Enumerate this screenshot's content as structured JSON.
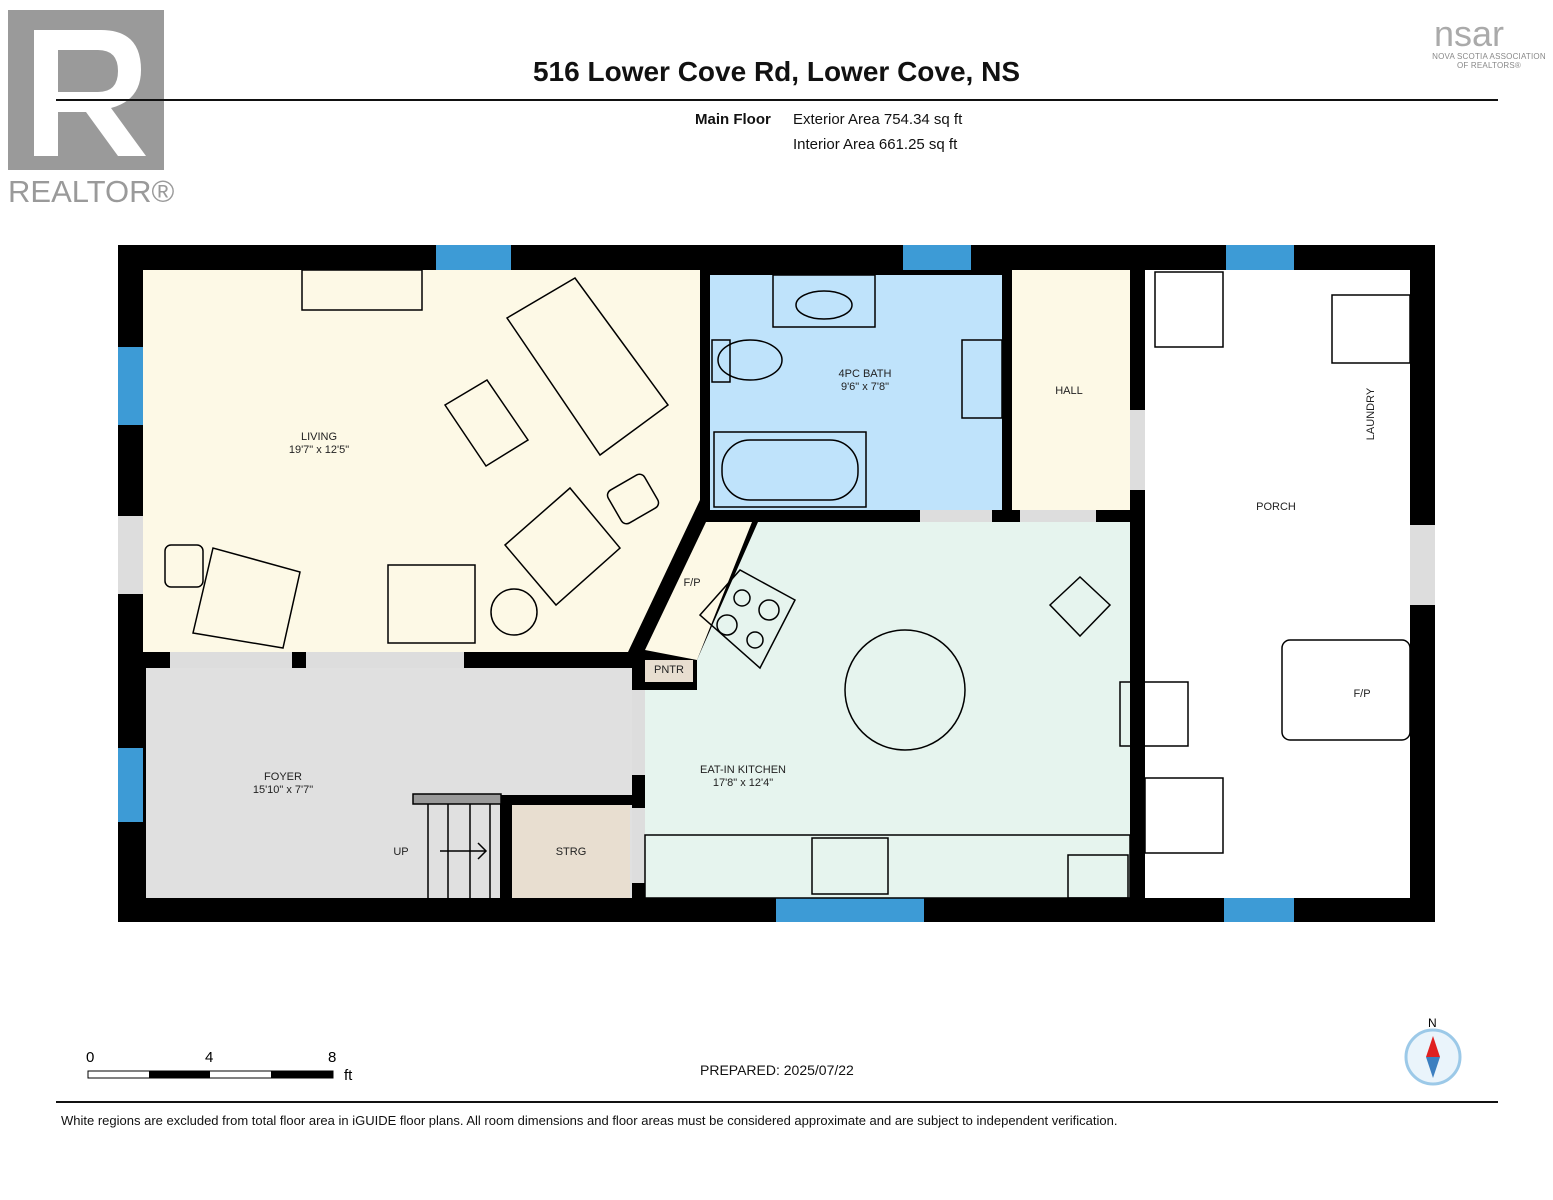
{
  "header": {
    "title": "516 Lower Cove Rd, Lower Cove, NS",
    "floor_name": "Main Floor",
    "exterior_area": "Exterior Area 754.34 sq ft",
    "interior_area": "Interior Area 661.25 sq ft"
  },
  "logos": {
    "realtor": "REALTOR®",
    "nsar": "nsar",
    "nsar_sub": "NOVA SCOTIA ASSOCIATION OF REALTORS®"
  },
  "rooms": {
    "living": {
      "name": "LIVING",
      "dims": "19'7\" x 12'5\""
    },
    "bath": {
      "name": "4PC BATH",
      "dims": "9'6\" x 7'8\""
    },
    "hall": {
      "name": "HALL"
    },
    "porch": {
      "name": "PORCH"
    },
    "laundry": {
      "name": "LAUNDRY"
    },
    "porch_fp": {
      "name": "F/P"
    },
    "fp": {
      "name": "F/P"
    },
    "pantry": {
      "name": "PNTR"
    },
    "foyer": {
      "name": "FOYER",
      "dims": "15'10\" x 7'7\""
    },
    "kitchen": {
      "name": "EAT-IN KITCHEN",
      "dims": "17'8\" x 12'4\""
    },
    "storage": {
      "name": "STRG"
    },
    "stairs": {
      "name": "UP"
    }
  },
  "colors": {
    "living": "#fdf9e6",
    "bath": "#bfe3fb",
    "foyer": "#e0e0e0",
    "kitchen": "#e6f4ee",
    "storage": "#e8ded0",
    "window": "#3d9bd6",
    "wall": "#000000"
  },
  "scale": {
    "ticks": [
      "0",
      "4",
      "8"
    ],
    "unit": "ft"
  },
  "compass": {
    "label": "N"
  },
  "footer": {
    "prepared": "PREPARED: 2025/07/22",
    "disclaimer": "White regions are excluded from total floor area in iGUIDE floor plans. All room dimensions and floor areas must be considered approximate and are subject to independent verification."
  }
}
